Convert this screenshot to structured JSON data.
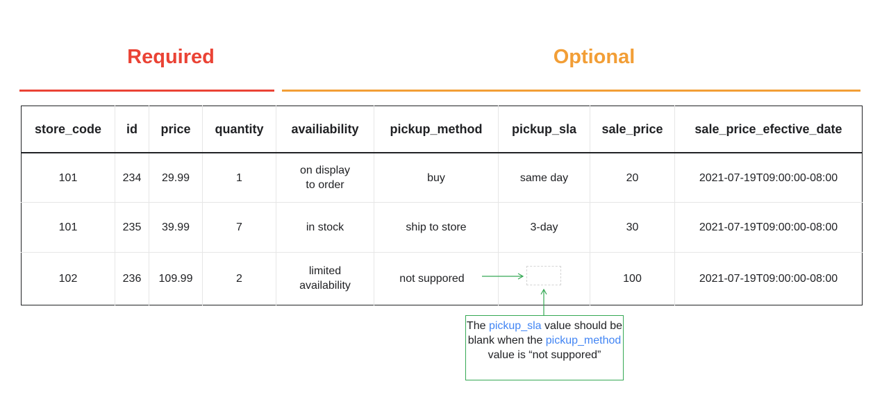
{
  "sections": {
    "required_label": "Required",
    "optional_label": "Optional",
    "required_color": "#ea4335",
    "optional_color": "#f29e36"
  },
  "table": {
    "columns": [
      "store_code",
      "id",
      "price",
      "quantity",
      "availiability",
      "pickup_method",
      "pickup_sla",
      "sale_price",
      "sale_price_efective_date"
    ],
    "rows": [
      [
        "101",
        "234",
        "29.99",
        "1",
        "on display\nto order",
        "buy",
        "same day",
        "20",
        "2021-07-19T09:00:00-08:00"
      ],
      [
        "101",
        "235",
        "39.99",
        "7",
        "in stock",
        "ship to store",
        "3-day",
        "30",
        "2021-07-19T09:00:00-08:00"
      ],
      [
        "102",
        "236",
        "109.99",
        "2",
        "limited\navailability",
        "not suppored",
        "",
        "100",
        "2021-07-19T09:00:00-08:00"
      ]
    ]
  },
  "note": {
    "part1": "The ",
    "field1": "pickup_sla",
    "part2": " value should be blank when the ",
    "field2": "pickup_method",
    "part3": " value is “not suppored”",
    "border_color": "#34a853",
    "highlight_color": "#4285f4"
  }
}
